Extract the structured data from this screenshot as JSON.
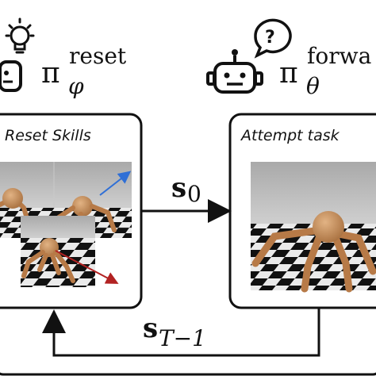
{
  "reset_policy": {
    "symbol": "π",
    "superscript": "reset",
    "subscript": "φ",
    "icon": "lightbulb-robot-icon"
  },
  "forward_policy": {
    "symbol": "π",
    "superscript": "forwa",
    "subscript": "θ",
    "icon": "question-robot-icon"
  },
  "left_panel": {
    "title": "Reset Skills"
  },
  "right_panel": {
    "title": "Attempt task"
  },
  "arrows": {
    "top_label": "s",
    "top_subscript": "0",
    "bottom_label": "s",
    "bottom_subscript": "T−1"
  },
  "colors": {
    "frame": "#111111",
    "blue_arrow": "#2f6fd6",
    "red_arrow": "#b22222",
    "ant_body": "#c48a58",
    "sky": "#bdbdbd",
    "floor_light": "#e9e9e9",
    "floor_dark": "#111111"
  }
}
